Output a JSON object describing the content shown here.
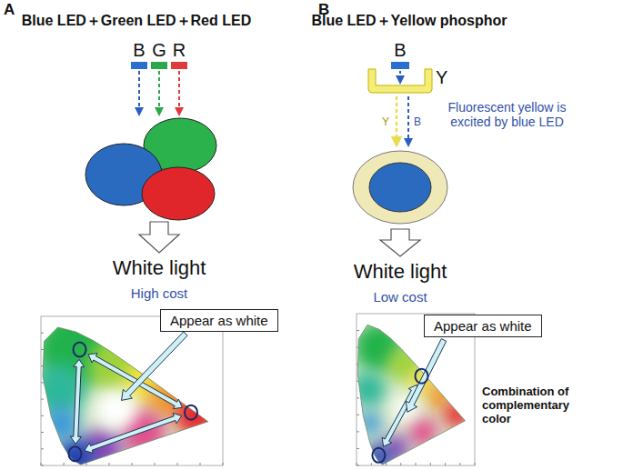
{
  "diagram": {
    "nodes": [
      {
        "text": [
          "Appear as white"
        ]
      },
      {
        "text": [
          "Appear as white"
        ]
      }
    ],
    "labels": [
      "A",
      "Blue LED＋Green LED＋Red LED",
      "B",
      "G",
      "R",
      "White light",
      "High cost",
      "B",
      "Blue LED＋Yellow phosphor",
      "B",
      "Y",
      "Y",
      "B",
      "Fluorescent yellow is excited by blue LED",
      "White light",
      "Low cost",
      "Combination of complementary color"
    ]
  }
}
